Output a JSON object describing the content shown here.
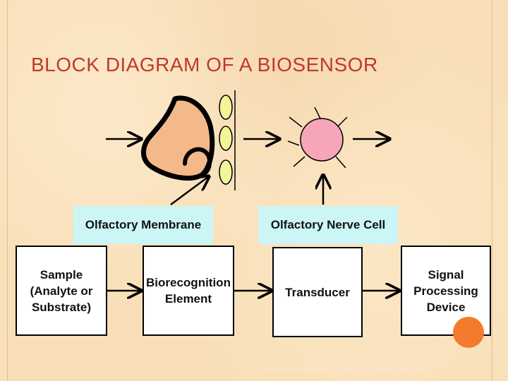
{
  "title": "BLOCK DIAGRAM OF A BIOSENSOR",
  "labels": {
    "olfactory_membrane": "Olfactory Membrane",
    "olfactory_nerve_cell": "Olfactory Nerve Cell"
  },
  "blocks": {
    "sample": "Sample (Analyte or Substrate)",
    "biorecognition": "Biorecognition Element",
    "transducer": "Transducer",
    "signal": "Signal Processing Device"
  },
  "footer": "Introduction to Biophotonics – Prasad – John Wiley & Sons © 2003",
  "colors": {
    "title": "#c0392b",
    "label_bg": "#ccf6f6",
    "nose_fill": "#f4b98a",
    "receptor_fill": "#f4f59a",
    "cell_fill": "#f7a6b9",
    "accent_circle": "#f47a2c"
  }
}
